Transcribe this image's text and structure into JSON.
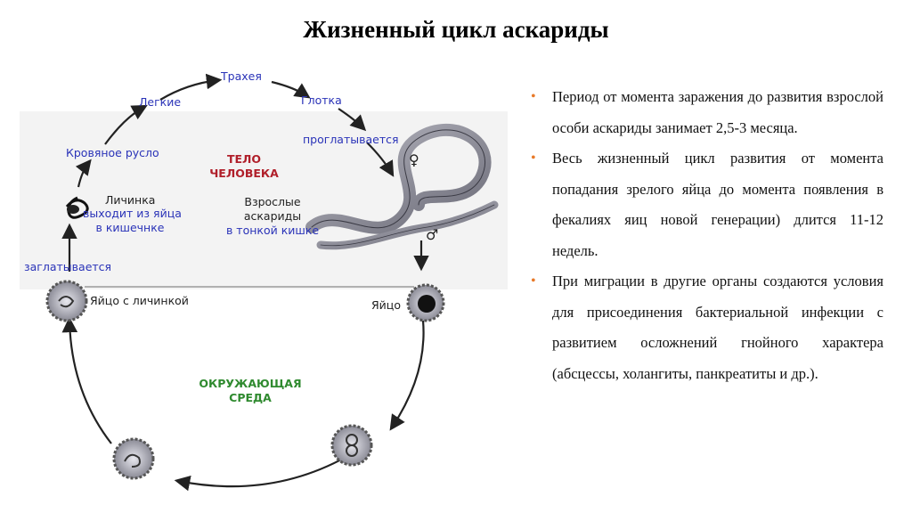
{
  "title": "Жизненный цикл аскариды",
  "diagram": {
    "region_body": [
      "ТЕЛО",
      "ЧЕЛОВЕКА"
    ],
    "region_env": [
      "ОКРУЖАЮЩАЯ",
      "СРЕДА"
    ],
    "labels": {
      "trachea": "Трахея",
      "lungs": "Легкие",
      "pharynx": "Глотка",
      "blood": "Кровяное русло",
      "swallowed_top": "проглатывается",
      "larva": "Личинка",
      "hatch1": "выходит из яйца",
      "hatch2": "в кишечнке",
      "adults1": "Взрослые",
      "adults2": "аскариды",
      "adults3": "в тонкой кишке",
      "swallowed_left": "заглатывается",
      "egg_larva": "Яйцо с личинкой",
      "egg": "Яйцо",
      "female_sym": "♀",
      "male_sym": "♂"
    }
  },
  "bullets": [
    "Период от момента заражения до развития взрослой особи аскариды занимает 2,5-3 месяца.",
    "Весь жизненный цикл развития от момента попадания зрелого яйца до момента появления в фекалиях яиц новой генерации) длится 11-12 недель.",
    "При миграции в другие органы создаются условия для присоединения бактериальной инфекции с развитием осложнений гнойного характера (абсцессы, холангиты, панкреатиты и др.)."
  ],
  "colors": {
    "bullet": "#e87a2a",
    "blue_label": "#2a33b8",
    "body_region": "#b01f2a",
    "env_region": "#2f8a2f"
  }
}
